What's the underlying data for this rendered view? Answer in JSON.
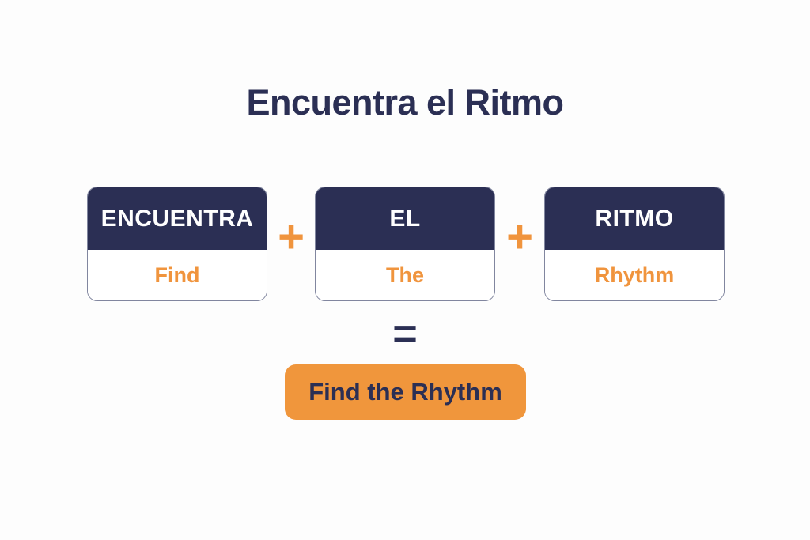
{
  "page": {
    "background": "#fdfdfd"
  },
  "colors": {
    "navy": "#2b2f54",
    "orange": "#f0943d",
    "button_orange": "#f0963c",
    "card_border": "#81869f",
    "card_header_text": "#ffffff"
  },
  "title": "Encuentra el Ritmo",
  "cards": [
    {
      "spanish": "ENCUENTRA",
      "english": "Find"
    },
    {
      "spanish": "EL",
      "english": "The"
    },
    {
      "spanish": "RITMO",
      "english": "Rhythm"
    }
  ],
  "operators": {
    "plus": "+",
    "equals": "="
  },
  "result": {
    "label": "Find the Rhythm"
  }
}
